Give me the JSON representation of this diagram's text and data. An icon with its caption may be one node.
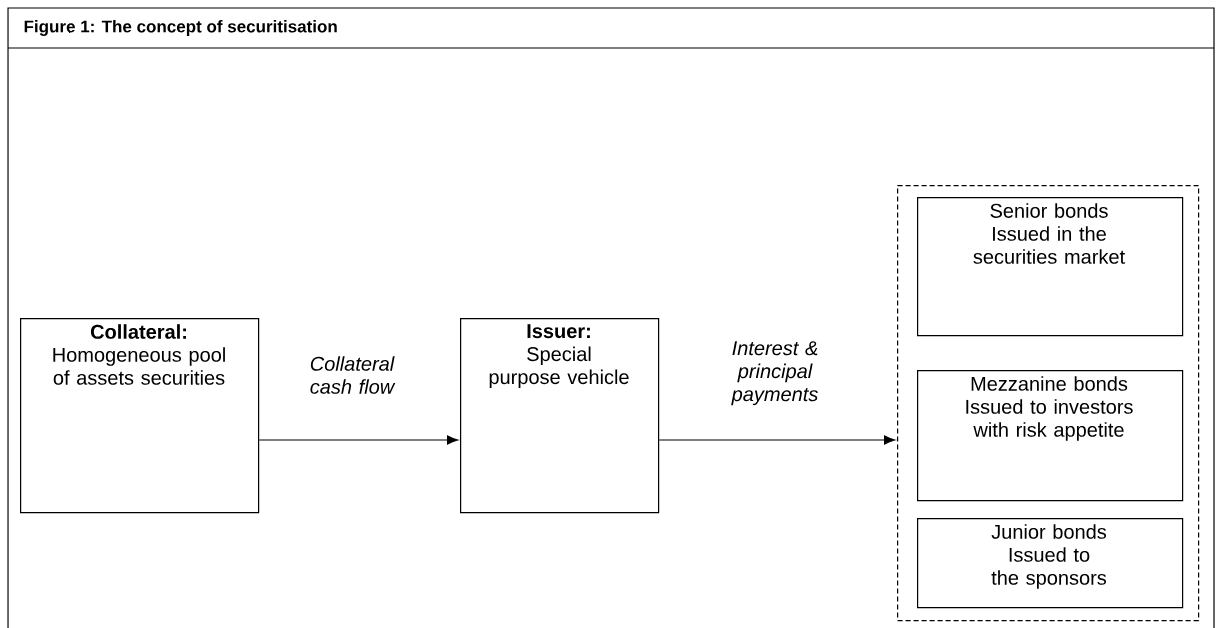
{
  "diagram": {
    "title": "Figure 1: The concept of securitisation",
    "nodes": [
      {
        "text": [
          "Collateral:",
          "Homogeneous pool of assets securities"
        ]
      },
      {
        "text": [
          "Issuer:",
          "Special purpose vehicle"
        ]
      },
      {
        "text": [],
        "shape": "box"
      },
      {
        "text": [
          "Senior bonds",
          "Issued in the securities market"
        ],
        "in": 2
      },
      {
        "text": [
          "Mezzanine bonds",
          "Issued to investors with risk appetite"
        ],
        "in": 2
      },
      {
        "text": [
          "Junior bonds",
          "Issued to the sponsors"
        ],
        "in": 2
      }
    ],
    "edges": [
      {
        "from": 0,
        "to": 1,
        "arrow": "to",
        "label": "Collateral cash flow"
      },
      {
        "from": 1,
        "to": 2,
        "arrow": "to",
        "label": "Interest & principal payments"
      }
    ]
  }
}
